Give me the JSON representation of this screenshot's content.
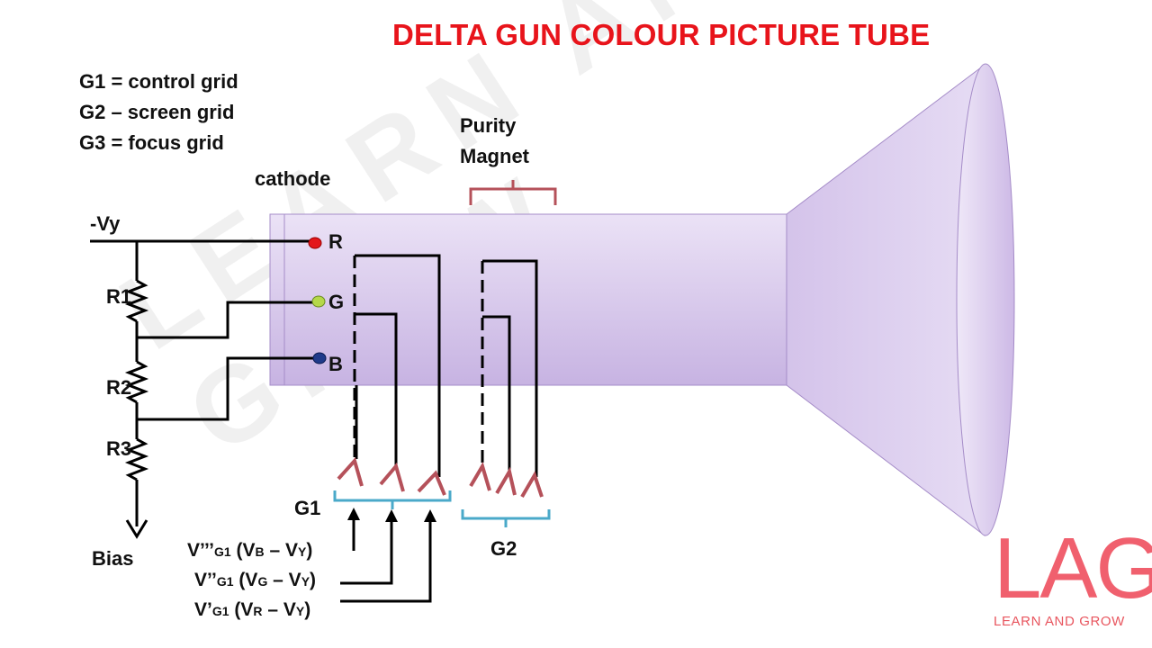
{
  "title": "DELTA GUN COLOUR PICTURE TUBE",
  "legend": [
    "G1 = control grid",
    "G2 – screen grid",
    "G3 = focus grid"
  ],
  "labels": {
    "cathode": "cathode",
    "purity_line1": "Purity",
    "purity_line2": "Magnet",
    "neg_vy": "-Vy",
    "r1": "R1",
    "r2": "R2",
    "r3": "R3",
    "bias": "Bias",
    "gun_r": "R",
    "gun_g": "G",
    "gun_b": "B",
    "g1": "G1",
    "g2": "G2"
  },
  "voltages": [
    {
      "prime": "V’’’",
      "sub": "G1",
      "open": " (V",
      "col": "B",
      "mid": " – V",
      "y": "Y",
      "close": ")"
    },
    {
      "prime": "V’’",
      "sub": "G1",
      "open": " (V",
      "col": "G",
      "mid": " – V",
      "y": "Y",
      "close": ")"
    },
    {
      "prime": "V’",
      "sub": "G1",
      "open": " (V",
      "col": "R",
      "mid": " – V",
      "y": "Y",
      "close": ")"
    }
  ],
  "watermark": "LEARN AND GROW",
  "logo": {
    "letters": "LAG",
    "tagline": "LEARN AND GROW"
  },
  "colors": {
    "title": "#e8141b",
    "tube": "#d8c8ec",
    "tube_dark": "#b8a0d8",
    "cathode_r": "#e3161b",
    "cathode_g": "#b5d84a",
    "cathode_b": "#1f3a8a",
    "grid_bracket": "#b5515a",
    "g_brace": "#4aa9c9",
    "logo": "#f0606e"
  }
}
